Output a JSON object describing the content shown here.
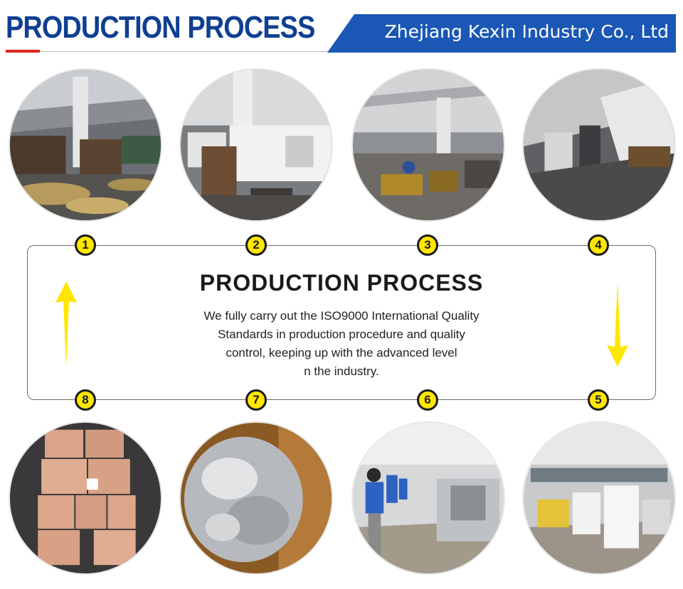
{
  "header": {
    "title": "PRODUCTION PROCESS",
    "company": "Zhejiang Kexin Industry Co., Ltd"
  },
  "process": {
    "title": "PRODUCTION PROCESS",
    "description_lines": [
      "We fully carry out the ISO9000 International Quality",
      "Standards in production procedure and quality",
      "control, keeping up with the advanced level",
      "n the industry."
    ]
  },
  "steps": [
    {
      "number": "1"
    },
    {
      "number": "2"
    },
    {
      "number": "3"
    },
    {
      "number": "4"
    },
    {
      "number": "5"
    },
    {
      "number": "6"
    },
    {
      "number": "7"
    },
    {
      "number": "8"
    }
  ],
  "colors": {
    "title_blue": "#0f3f93",
    "band_blue": "#1b57b4",
    "accent_red": "#e0271a",
    "badge_yellow": "#ffe600",
    "arrow_yellow": "#ffe600"
  }
}
